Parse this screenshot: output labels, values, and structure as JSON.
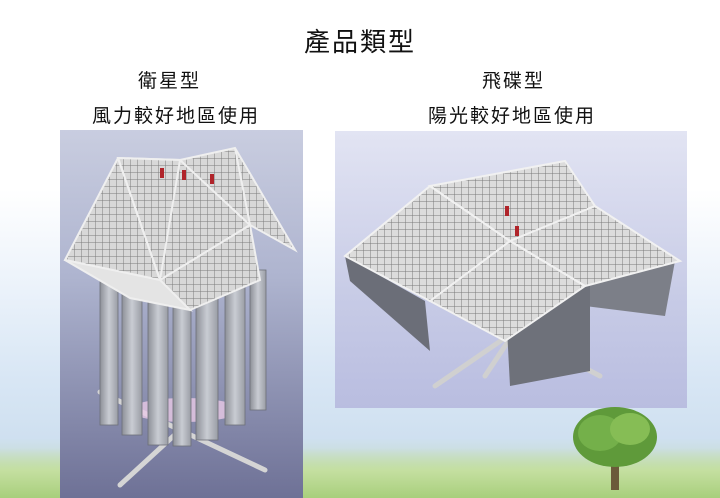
{
  "slide": {
    "title": "產品類型",
    "left": {
      "type_label": "衛星型",
      "use_label": "風力較好地區使用"
    },
    "right": {
      "type_label": "飛碟型",
      "use_label": "陽光較好地區使用"
    }
  },
  "colors": {
    "panel_grid": "#8a8a8a",
    "frame": "#f2f2f2",
    "blade": "#a9acb4",
    "accent_red": "#b0242a"
  },
  "icons": [
    "tree-icon"
  ]
}
